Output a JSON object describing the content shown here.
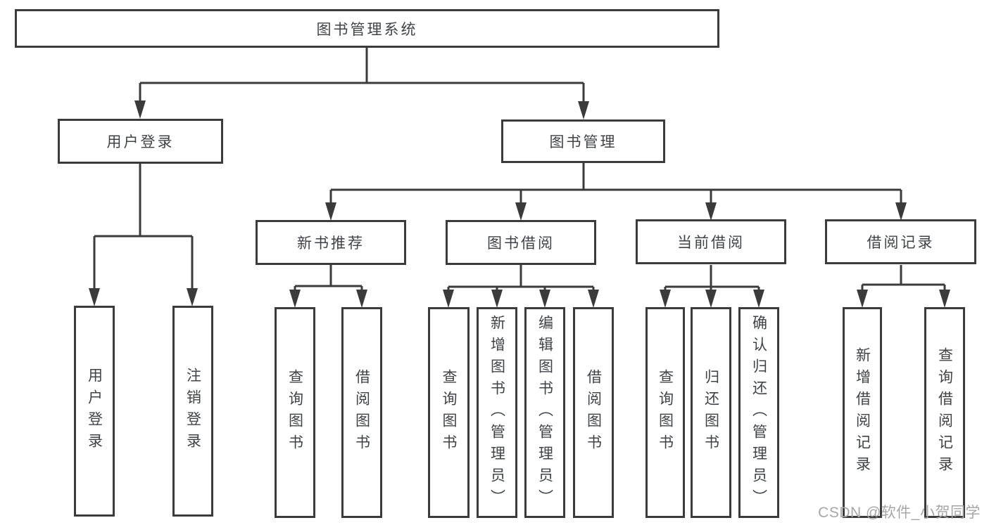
{
  "diagram": {
    "root": {
      "label": "图书管理系统"
    },
    "level2": [
      {
        "label": "用户登录"
      },
      {
        "label": "图书管理"
      }
    ],
    "level3": [
      {
        "label": "新书推荐"
      },
      {
        "label": "图书借阅"
      },
      {
        "label": "当前借阅"
      },
      {
        "label": "借阅记录"
      }
    ],
    "leaves": {
      "user_login": [
        "用户登录",
        "注销登录"
      ],
      "new_books": [
        "查询图书",
        "借阅图书"
      ],
      "book_borrow": [
        "查询图书",
        "新增图书（管理员）",
        "编辑图书（管理员）",
        "借阅图书"
      ],
      "current_borrow": [
        "查询图书",
        "归还图书",
        "确认归还（管理员）"
      ],
      "borrow_records": [
        "新增借阅记录",
        "查询借阅记录"
      ]
    },
    "watermark": "CSDN @软件_小贺同学",
    "colors": {
      "line": "#3b3b3b",
      "text": "#3f4348",
      "box_background": "#ffffff",
      "watermark": "#a6a6a6",
      "page_background": "#ffffff"
    }
  }
}
